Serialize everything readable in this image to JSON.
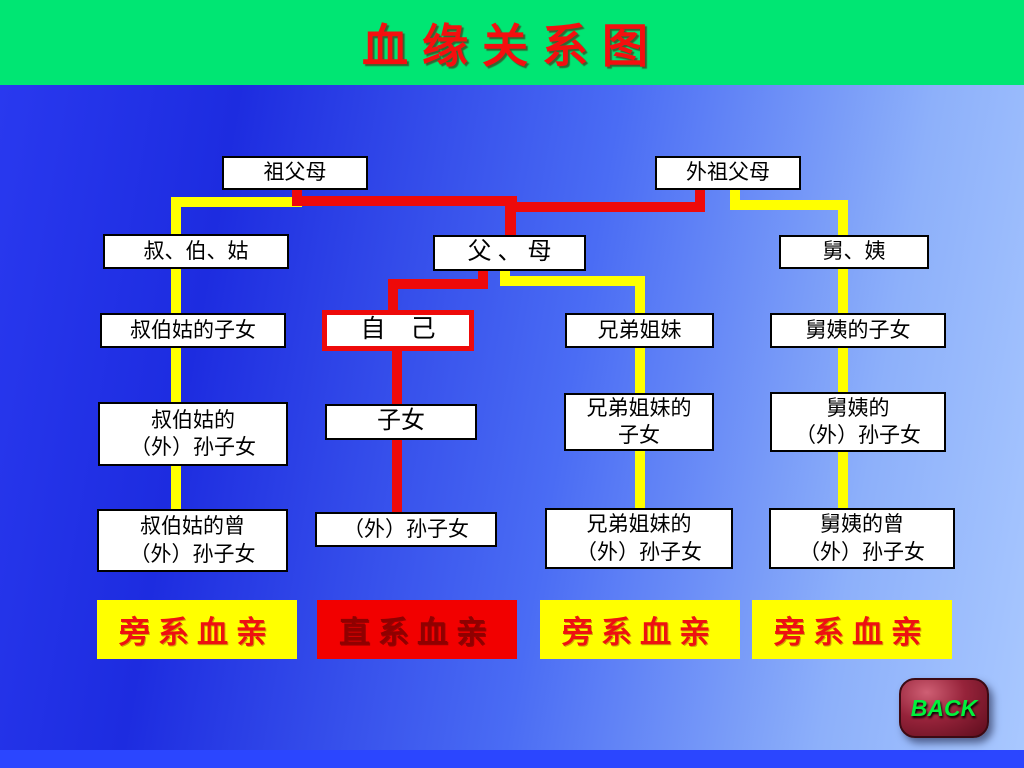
{
  "header": {
    "title": "血缘关系图"
  },
  "tree": {
    "paternal_grandparents": "祖父母",
    "maternal_grandparents": "外祖父母",
    "paternal_uncles_aunts": "叔、伯、姑",
    "parents": "父 、 母",
    "maternal_uncles_aunts": "舅、姨",
    "paternal_cousins": "叔伯姑的子女",
    "self": "自　己",
    "siblings": "兄弟姐妹",
    "maternal_cousins": "舅姨的子女",
    "paternal_cousins_children": "叔伯姑的\n（外）孙子女",
    "children": "子女",
    "siblings_children": "兄弟姐妹的\n子女",
    "maternal_cousins_children": "舅姨的\n（外）孙子女",
    "paternal_cousins_grandchildren": "叔伯姑的曾\n（外）孙子女",
    "grandchildren": "（外）孙子女",
    "siblings_grandchildren": "兄弟姐妹的\n（外）孙子女",
    "maternal_cousins_grandchildren": "舅姨的曾\n（外）孙子女"
  },
  "legend": {
    "collateral_1": "旁系血亲",
    "direct": "直系血亲",
    "collateral_2": "旁系血亲",
    "collateral_3": "旁系血亲"
  },
  "back_button": "BACK",
  "colors": {
    "header_green": "#00e673",
    "title_red": "#f50f0f",
    "line_red": "#ee0a0a",
    "line_yellow": "#ffff00",
    "legend_yellow": "#ffff00",
    "legend_red_bg": "#f20000",
    "background_blue_dark": "#1d2ce0",
    "background_blue_light": "#a9c8ff",
    "back_button_green_text": "#00f23c"
  }
}
